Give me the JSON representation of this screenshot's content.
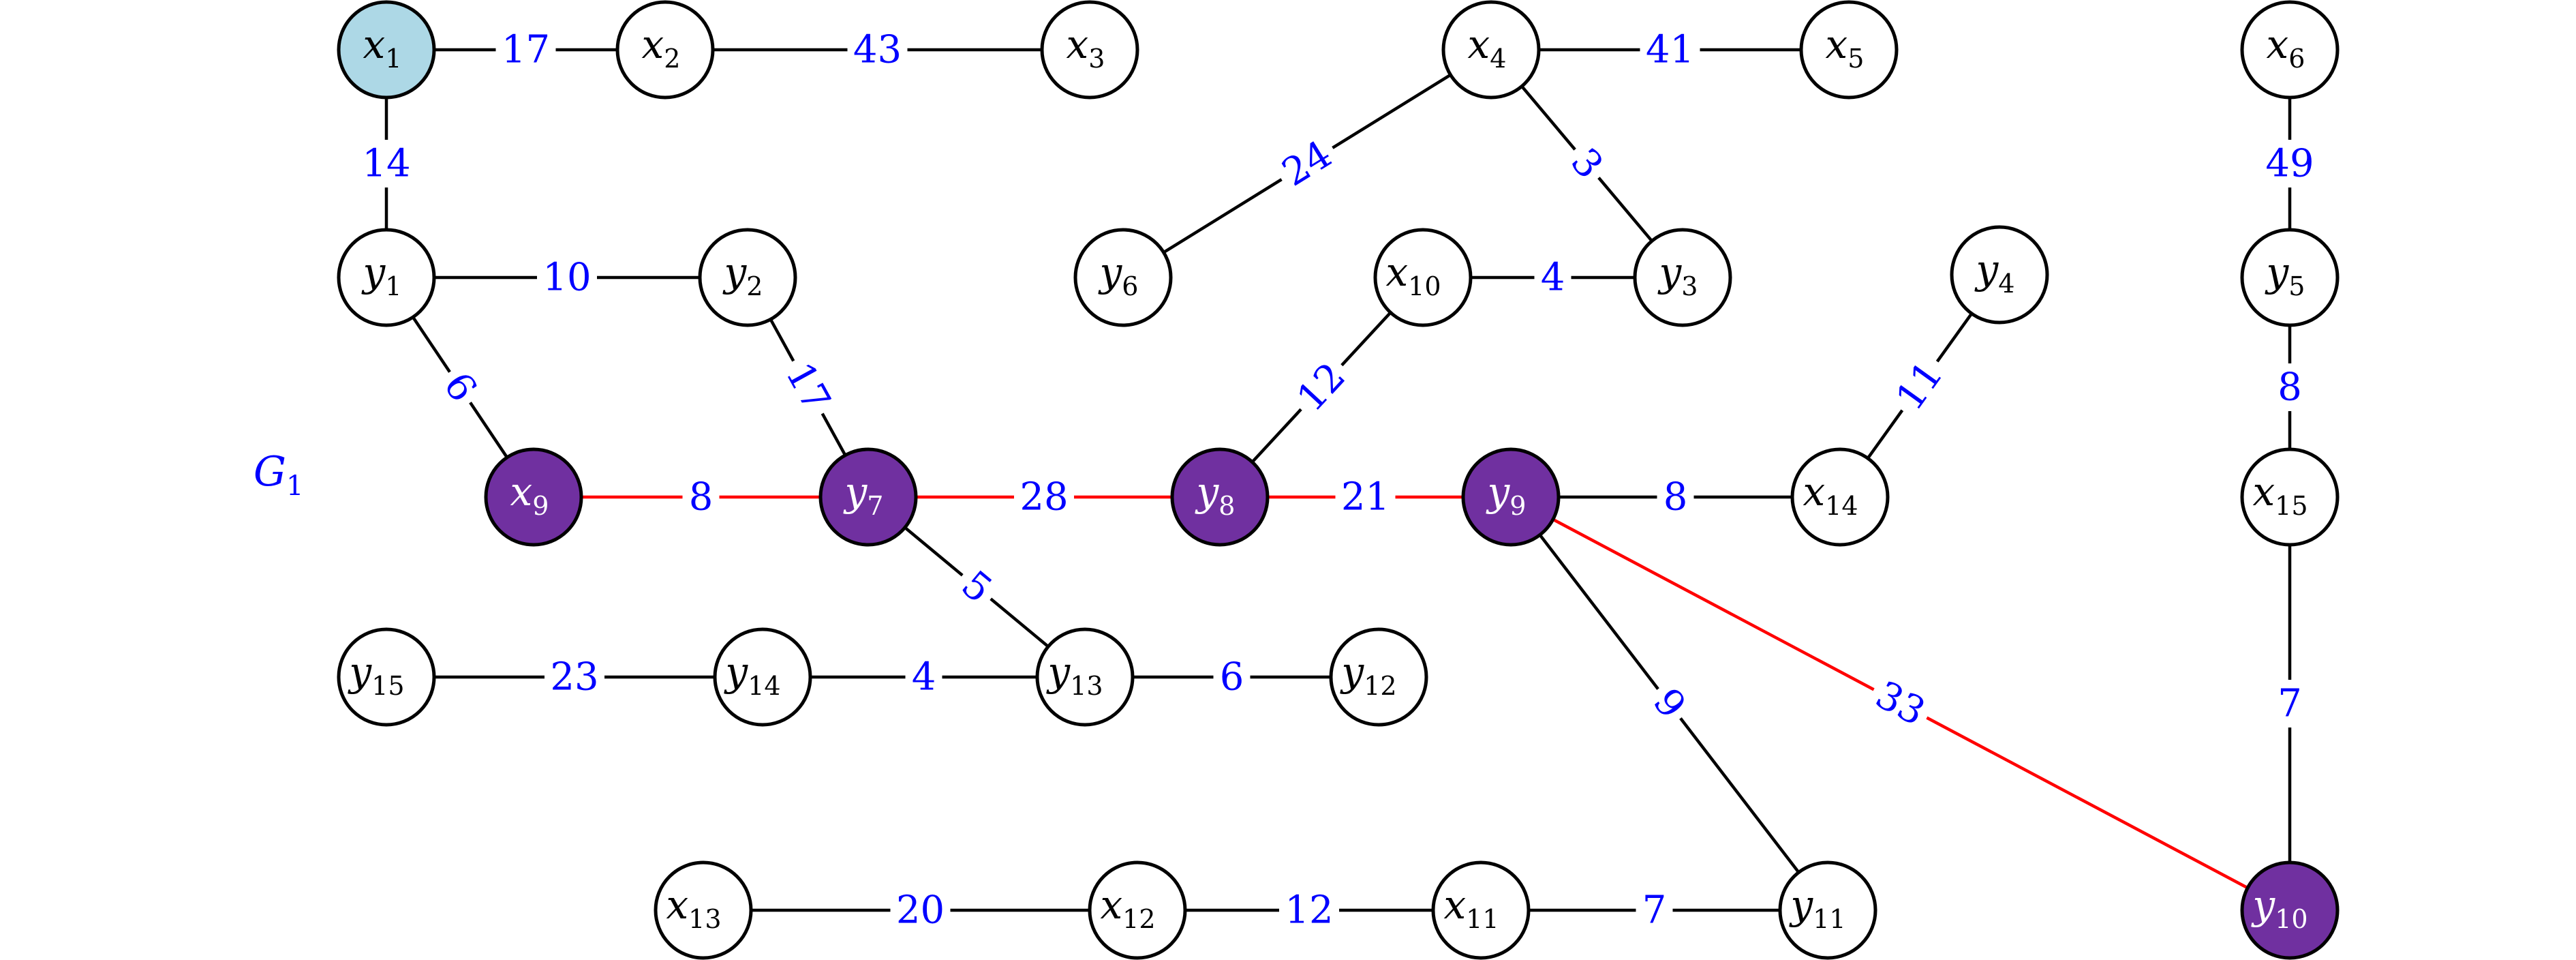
{
  "graph": {
    "title": {
      "base": "G",
      "sub": "1"
    },
    "colors": {
      "edge_default": "#000000",
      "edge_highlight": "#ff0000",
      "weight_label": "#0000ff",
      "node_default_fill": "#ffffff",
      "node_start_fill": "#add8e6",
      "node_selected_fill": "#7030a0",
      "node_label_default": "#000000",
      "node_label_selected": "#ffffff",
      "title": "#0000ff"
    },
    "nodes": [
      {
        "id": "x1",
        "base": "x",
        "sub": "1",
        "state": "start"
      },
      {
        "id": "x2",
        "base": "x",
        "sub": "2",
        "state": "default"
      },
      {
        "id": "x3",
        "base": "x",
        "sub": "3",
        "state": "default"
      },
      {
        "id": "x4",
        "base": "x",
        "sub": "4",
        "state": "default"
      },
      {
        "id": "x5",
        "base": "x",
        "sub": "5",
        "state": "default"
      },
      {
        "id": "x6",
        "base": "x",
        "sub": "6",
        "state": "default"
      },
      {
        "id": "y1",
        "base": "y",
        "sub": "1",
        "state": "default"
      },
      {
        "id": "y2",
        "base": "y",
        "sub": "2",
        "state": "default"
      },
      {
        "id": "y6",
        "base": "y",
        "sub": "6",
        "state": "default"
      },
      {
        "id": "x10",
        "base": "x",
        "sub": "10",
        "state": "default"
      },
      {
        "id": "y3",
        "base": "y",
        "sub": "3",
        "state": "default"
      },
      {
        "id": "y4",
        "base": "y",
        "sub": "4",
        "state": "default"
      },
      {
        "id": "y5",
        "base": "y",
        "sub": "5",
        "state": "default"
      },
      {
        "id": "x9",
        "base": "x",
        "sub": "9",
        "state": "selected"
      },
      {
        "id": "y7",
        "base": "y",
        "sub": "7",
        "state": "selected"
      },
      {
        "id": "y8",
        "base": "y",
        "sub": "8",
        "state": "selected"
      },
      {
        "id": "y9",
        "base": "y",
        "sub": "9",
        "state": "selected"
      },
      {
        "id": "x14",
        "base": "x",
        "sub": "14",
        "state": "default"
      },
      {
        "id": "x15",
        "base": "x",
        "sub": "15",
        "state": "default"
      },
      {
        "id": "y15",
        "base": "y",
        "sub": "15",
        "state": "default"
      },
      {
        "id": "y14",
        "base": "y",
        "sub": "14",
        "state": "default"
      },
      {
        "id": "y13",
        "base": "y",
        "sub": "13",
        "state": "default"
      },
      {
        "id": "y12",
        "base": "y",
        "sub": "12",
        "state": "default"
      },
      {
        "id": "x13",
        "base": "x",
        "sub": "13",
        "state": "default"
      },
      {
        "id": "x12",
        "base": "x",
        "sub": "12",
        "state": "default"
      },
      {
        "id": "x11",
        "base": "x",
        "sub": "11",
        "state": "default"
      },
      {
        "id": "y11",
        "base": "y",
        "sub": "11",
        "state": "default"
      },
      {
        "id": "y10",
        "base": "y",
        "sub": "10",
        "state": "selected"
      }
    ],
    "edges": [
      {
        "from": "x1",
        "to": "x2",
        "weight": "17",
        "highlighted": false
      },
      {
        "from": "x2",
        "to": "x3",
        "weight": "43",
        "highlighted": false
      },
      {
        "from": "x1",
        "to": "y1",
        "weight": "14",
        "highlighted": false
      },
      {
        "from": "x4",
        "to": "x5",
        "weight": "41",
        "highlighted": false
      },
      {
        "from": "x4",
        "to": "y6",
        "weight": "24",
        "highlighted": false
      },
      {
        "from": "x4",
        "to": "y3",
        "weight": "3",
        "highlighted": false
      },
      {
        "from": "x6",
        "to": "y5",
        "weight": "49",
        "highlighted": false
      },
      {
        "from": "y1",
        "to": "y2",
        "weight": "10",
        "highlighted": false
      },
      {
        "from": "x10",
        "to": "y3",
        "weight": "4",
        "highlighted": false
      },
      {
        "from": "y1",
        "to": "x9",
        "weight": "6",
        "highlighted": false
      },
      {
        "from": "y2",
        "to": "y7",
        "weight": "17",
        "highlighted": false
      },
      {
        "from": "x10",
        "to": "y8",
        "weight": "12",
        "highlighted": false
      },
      {
        "from": "y4",
        "to": "x14",
        "weight": "11",
        "highlighted": false
      },
      {
        "from": "y5",
        "to": "x15",
        "weight": "8",
        "highlighted": false
      },
      {
        "from": "x9",
        "to": "y7",
        "weight": "8",
        "highlighted": true
      },
      {
        "from": "y7",
        "to": "y8",
        "weight": "28",
        "highlighted": true
      },
      {
        "from": "y8",
        "to": "y9",
        "weight": "21",
        "highlighted": true
      },
      {
        "from": "y9",
        "to": "x14",
        "weight": "8",
        "highlighted": false
      },
      {
        "from": "y7",
        "to": "y13",
        "weight": "5",
        "highlighted": false
      },
      {
        "from": "y9",
        "to": "y11",
        "weight": "9",
        "highlighted": false
      },
      {
        "from": "y9",
        "to": "y10",
        "weight": "33",
        "highlighted": true
      },
      {
        "from": "x15",
        "to": "y10",
        "weight": "7",
        "highlighted": false
      },
      {
        "from": "y15",
        "to": "y14",
        "weight": "23",
        "highlighted": false
      },
      {
        "from": "y14",
        "to": "y13",
        "weight": "4",
        "highlighted": false
      },
      {
        "from": "y13",
        "to": "y12",
        "weight": "6",
        "highlighted": false
      },
      {
        "from": "x13",
        "to": "x12",
        "weight": "20",
        "highlighted": false
      },
      {
        "from": "x12",
        "to": "x11",
        "weight": "12",
        "highlighted": false
      },
      {
        "from": "x11",
        "to": "y11",
        "weight": "7",
        "highlighted": false
      }
    ]
  }
}
